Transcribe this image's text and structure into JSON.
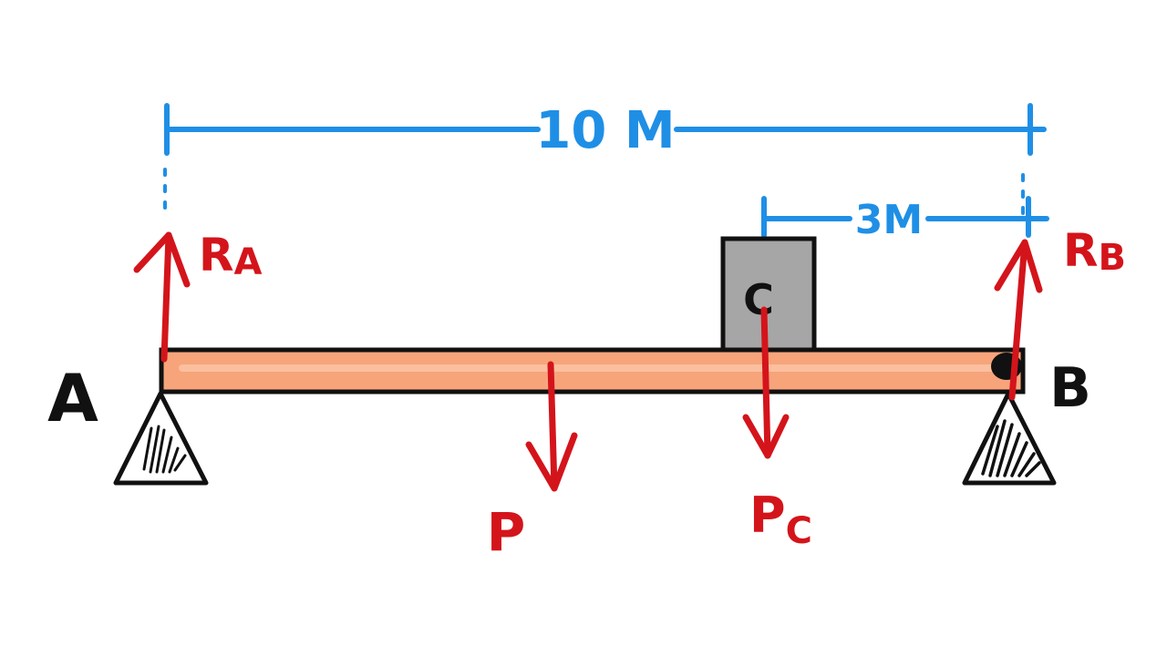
{
  "diagram": {
    "dimensions": {
      "total_span": "10 M",
      "block_to_b": "3M"
    },
    "points": {
      "support_a": "A",
      "support_b": "B",
      "block": "C"
    },
    "forces": {
      "reaction_a": {
        "main": "R",
        "sub": "A"
      },
      "reaction_b": {
        "main": "R",
        "sub": "B"
      },
      "load_p": {
        "main": "P"
      },
      "load_pc": {
        "main": "P",
        "sub": "C"
      }
    },
    "colors": {
      "dimension": "#1f8fe6",
      "force": "#d4141b",
      "beam_fill": "#f7a47b",
      "beam_outline": "#111111",
      "block_fill": "#a6a6a6",
      "ink": "#111111"
    }
  }
}
